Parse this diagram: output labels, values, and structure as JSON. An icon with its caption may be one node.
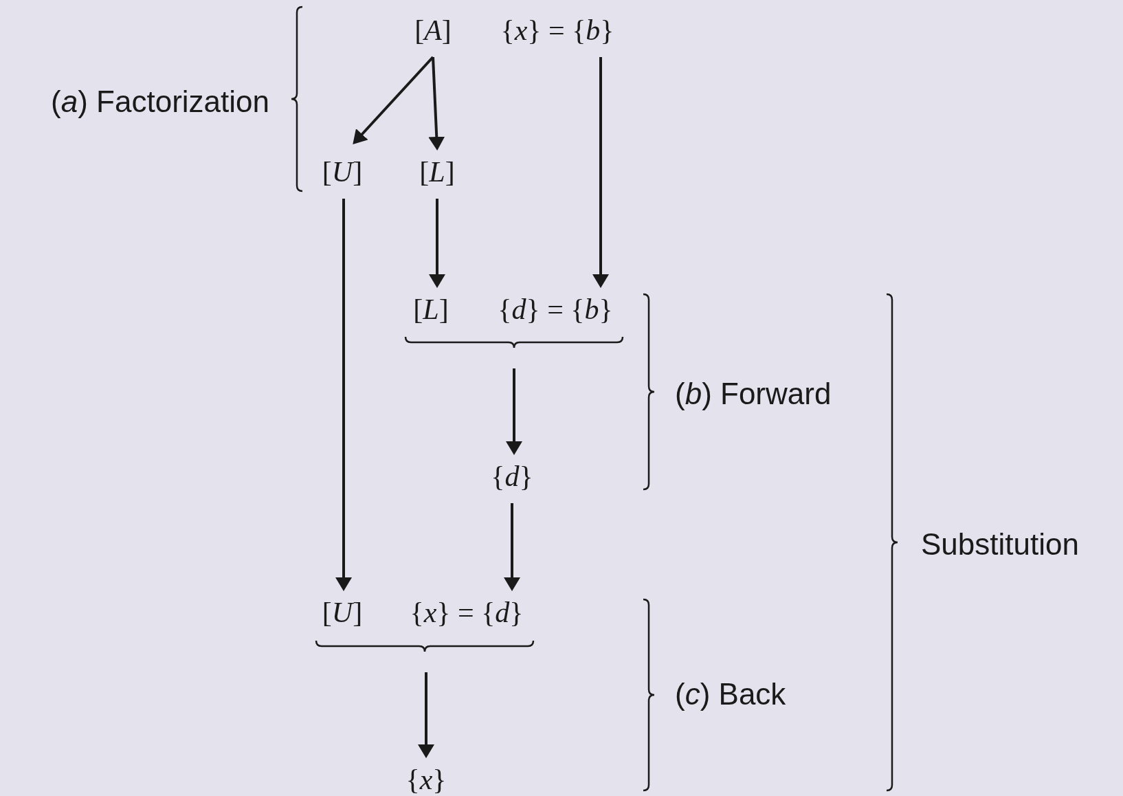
{
  "diagram": {
    "nodes": [
      {
        "text": [
          "[*A*]"
        ]
      },
      {
        "text": [
          "{*x*} = {*b*}"
        ]
      },
      {
        "text": [
          "[*U*]"
        ]
      },
      {
        "text": [
          "[*L*]"
        ]
      },
      {
        "text": [
          "[*L*]"
        ]
      },
      {
        "text": [
          "{*d*} = {*b*}"
        ]
      },
      {
        "text": [
          "{*d*}"
        ]
      },
      {
        "text": [
          "[*U*]"
        ]
      },
      {
        "text": [
          "{*x*} = {*d*}"
        ]
      },
      {
        "text": [
          "{*x*}"
        ]
      },
      {
        "text": [],
        "shape": "brace"
      },
      {
        "text": [],
        "shape": "brace"
      }
    ],
    "edges": [
      {
        "from": 0,
        "to": 2,
        "arrow": "to"
      },
      {
        "from": 0,
        "to": 3,
        "arrow": "to"
      },
      {
        "from": 1,
        "to": 5,
        "arrow": "to"
      },
      {
        "from": 3,
        "to": 4,
        "arrow": "to"
      },
      {
        "from": 2,
        "to": 7,
        "arrow": "to"
      },
      {
        "from": 10,
        "to": 6,
        "arrow": "to"
      },
      {
        "from": 6,
        "to": 8,
        "arrow": "to"
      },
      {
        "from": 11,
        "to": 9,
        "arrow": "to"
      }
    ],
    "labels": [
      "(*a*) Factorization",
      "(*b*) Forward",
      "Substitution",
      "(*c*) Back"
    ]
  }
}
